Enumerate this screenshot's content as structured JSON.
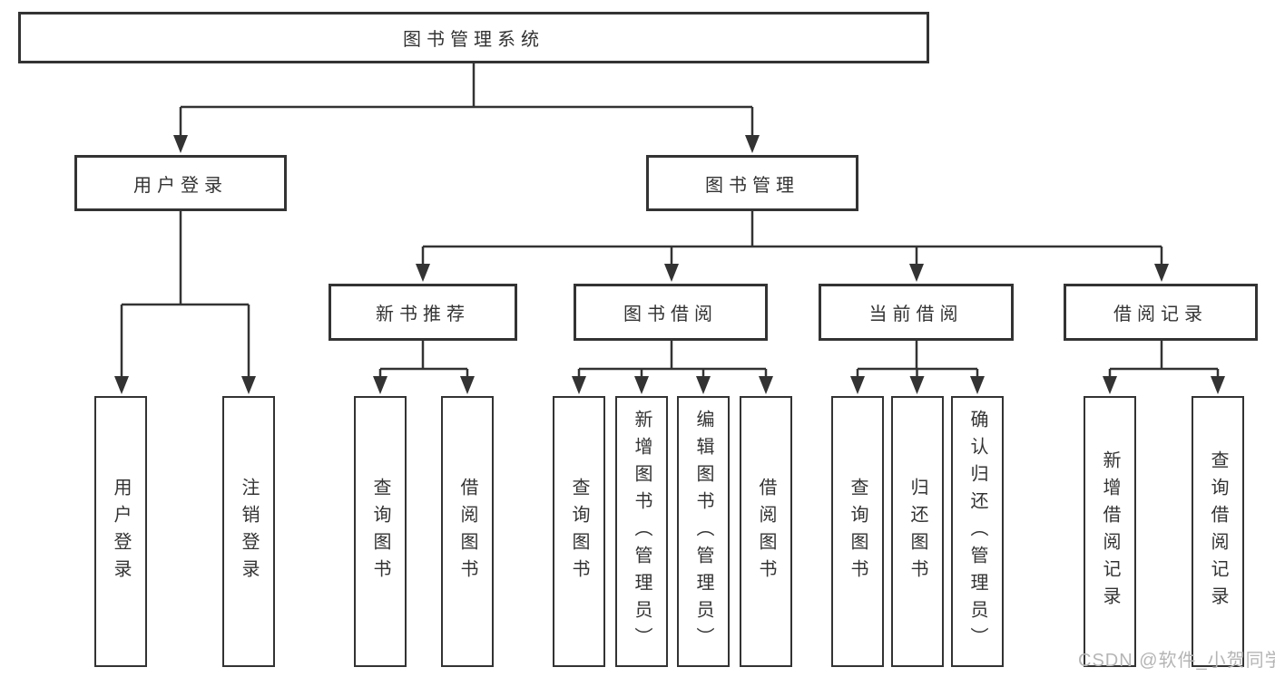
{
  "tree": {
    "label": "图书管理系统",
    "children": [
      {
        "label": "用户登录",
        "children": [
          {
            "label": "用户登录"
          },
          {
            "label": "注销登录"
          }
        ]
      },
      {
        "label": "图书管理",
        "children": [
          {
            "label": "新书推荐",
            "children": [
              {
                "label": "查询图书"
              },
              {
                "label": "借阅图书"
              }
            ]
          },
          {
            "label": "图书借阅",
            "children": [
              {
                "label": "查询图书"
              },
              {
                "label": "新增图书（管理员）"
              },
              {
                "label": "编辑图书（管理员）"
              },
              {
                "label": "借阅图书"
              }
            ]
          },
          {
            "label": "当前借阅",
            "children": [
              {
                "label": "查询图书"
              },
              {
                "label": "归还图书"
              },
              {
                "label": "确认归还（管理员）"
              }
            ]
          },
          {
            "label": "借阅记录",
            "children": [
              {
                "label": "新增借阅记录"
              },
              {
                "label": "查询借阅记录"
              }
            ]
          }
        ]
      }
    ]
  },
  "watermark": "CSDN @软件_小贺同学",
  "colors": {
    "line": "#333333",
    "text": "#333333",
    "box_background": "#ffffff",
    "page_background": "#ffffff",
    "watermark": "#b5b5b5"
  }
}
